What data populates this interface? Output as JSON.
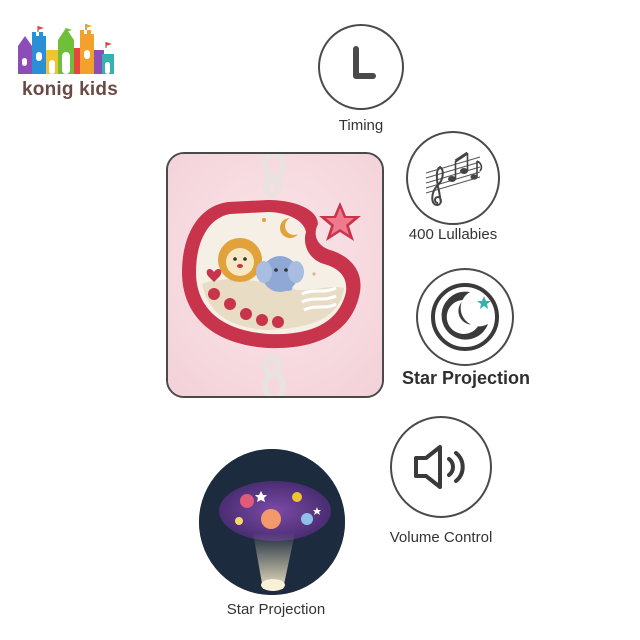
{
  "brand": {
    "name": "konig kids",
    "logo_icon": "castle-logo-icon"
  },
  "features": {
    "timing": {
      "label": "Timing",
      "icon": "clock-l-icon"
    },
    "lullabies": {
      "label": "400 Lullabies",
      "icon": "music-notes-icon"
    },
    "star_projection": {
      "label": "Star Projection",
      "icon": "moon-star-icon"
    },
    "volume": {
      "label": "Volume Control",
      "icon": "speaker-icon"
    }
  },
  "product": {
    "image": "crib-mobile-music-box-photo"
  },
  "projection": {
    "label": "Star Projection",
    "image": "night-projection-photo"
  },
  "colors": {
    "outline": "#4a4a4a",
    "device": "#c8344b",
    "photo_bg": "#f7d9de",
    "night": "#1c2b3d",
    "projection": "#6a3a8c"
  }
}
